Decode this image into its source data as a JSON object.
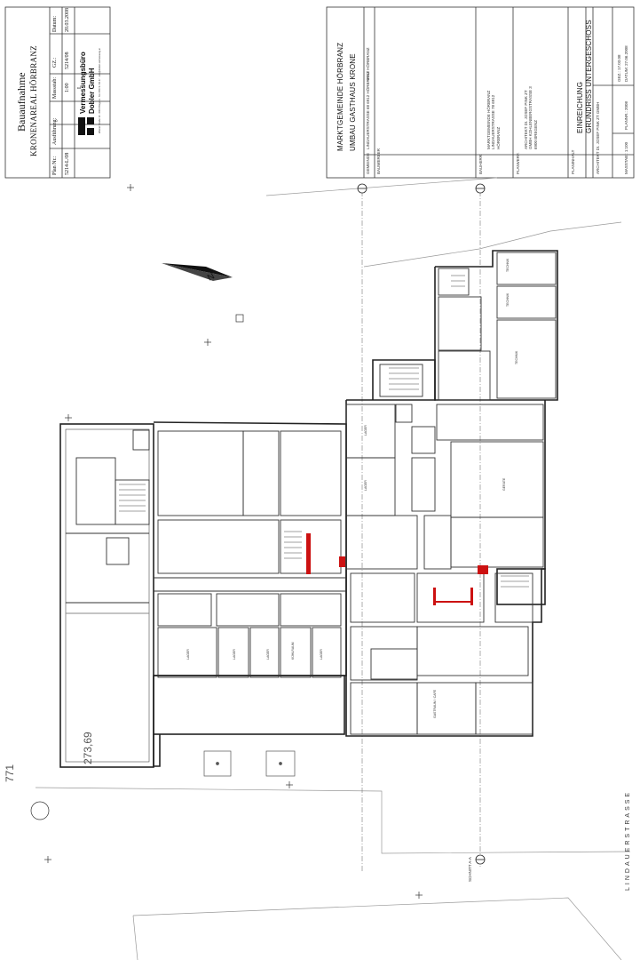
{
  "surveyor_block": {
    "title": "Bauaufnahme",
    "subtitle": "KRONENAREAL HÖRBRANZ",
    "headers": [
      "Plan Nr.:",
      "Ausführung:",
      "Massstab:",
      "GZ.:",
      "Datum:"
    ],
    "values": [
      "5214-L/08",
      "",
      "1:00",
      "5214/08",
      "20.03.2008"
    ],
    "extra_value": "L",
    "company_line1": "Vermessungsbüro",
    "company_line2": "Dobler GmbH",
    "company_small": "Wiener Straße 10 · 6900 Bregenz · Tel. 05574 / 45 47 · info@dobler-vermessung.at"
  },
  "title_block": {
    "client": "MARKTGEMEINDE HÖRBRANZ",
    "project": "UMBAU GASTHAUS KRONE",
    "row1_label": "GEMEINDE",
    "row1_value1": "LINDAUERSTRASSE 68 6912 HÖRBRANZ",
    "row1_value2": "6912 HÖRBRANZ",
    "row2_label": "BAUWERBER",
    "bauherr_label": "BAUHERR",
    "bauherr_text": "MARKTGEMEINDE HÖRBRANZ LINDAUERSTRASSE 78 6912 HÖRBRANZ",
    "planer_label": "PLANVERF.",
    "planer_text": "ARCHITEKT DI. JOSEF PINK ZT GMBH KOHLENBERGSTRASSE 3 6900 BREGENZ",
    "planart_label": "PLANINHALT",
    "planart": "EINREICHUNG",
    "plan_title": "GRUNDRISS UNTERGESCHOSS",
    "footer_left1": "ARCHITEKT DI. JOSEF PINK ZT GMBH",
    "footer_left2": "MASSTAB : 1:100",
    "footer_mid1": "PLANNR.: 2008",
    "footer_right1": "DATUM: 27.06.2008",
    "footer_right2": "GEZ.: 17.03.08"
  },
  "drawing": {
    "street_name": "LINDAUERSTRASSE",
    "section_label": "SCHNITT A-A",
    "handwritten_1": "771",
    "handwritten_2": "273,69"
  },
  "colors": {
    "line": "#222222",
    "light": "#888888",
    "accent_red": "#cc1111"
  },
  "icons": [
    "north-arrow-icon",
    "section-marker-icon",
    "survey-cross-icon",
    "stair-icon"
  ]
}
